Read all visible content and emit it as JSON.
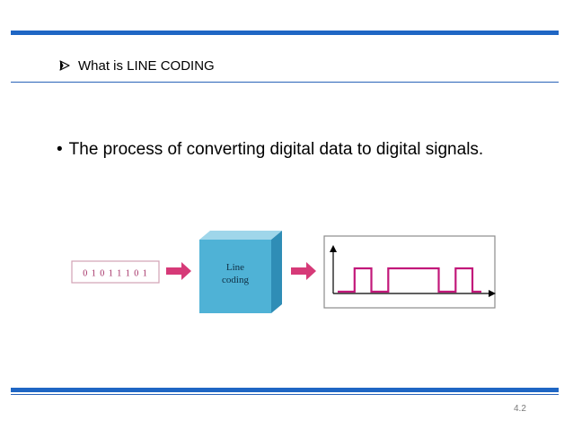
{
  "slide": {
    "heading": "What is LINE CODING",
    "bullet": "The process of converting digital data to digital signals.",
    "bullet_marker": "•",
    "page_number": "4.2"
  },
  "figure": {
    "bits": "0 1 0 1 1 1 0 1",
    "block_label_line1": "Line",
    "block_label_line2": "coding",
    "signal_levels": [
      0,
      1,
      0,
      1,
      1,
      1,
      0,
      1
    ],
    "colors": {
      "arrow": "#d63a78",
      "block_front": "#4fb2d6",
      "block_top": "#9fd6ea",
      "block_side": "#2f8db6",
      "signal": "#c2187a",
      "accent_rule": "#1f66c4"
    }
  }
}
